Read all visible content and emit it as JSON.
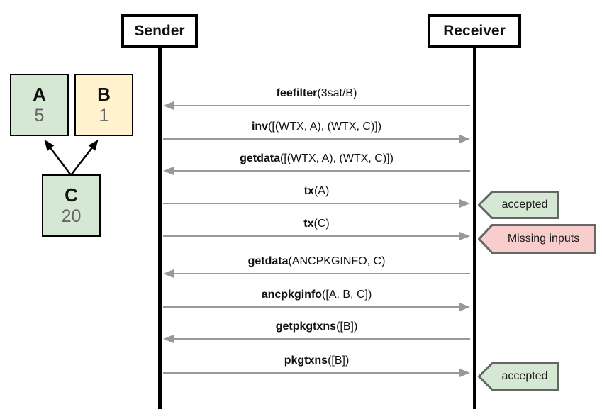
{
  "diagram": {
    "actors": [
      {
        "id": "sender",
        "label": "Sender"
      },
      {
        "id": "receiver",
        "label": "Receiver"
      }
    ],
    "messages": [
      {
        "name": "feefilter",
        "args": "(3sat/B)",
        "direction": "receiver-to-sender"
      },
      {
        "name": "inv",
        "args": "([(WTX, A), (WTX, C)])",
        "direction": "sender-to-receiver"
      },
      {
        "name": "getdata",
        "args": "([(WTX, A), (WTX, C)])",
        "direction": "receiver-to-sender"
      },
      {
        "name": "tx",
        "args": "(A)",
        "direction": "sender-to-receiver",
        "result": "accepted"
      },
      {
        "name": "tx",
        "args": "(C)",
        "direction": "sender-to-receiver",
        "result": "Missing inputs"
      },
      {
        "name": "getdata",
        "args": "(ANCPKGINFO, C)",
        "direction": "receiver-to-sender"
      },
      {
        "name": "ancpkginfo",
        "args": "([A, B, C])",
        "direction": "sender-to-receiver"
      },
      {
        "name": "getpkgtxns",
        "args": "([B])",
        "direction": "receiver-to-sender"
      },
      {
        "name": "pkgtxns",
        "args": "([B])",
        "direction": "sender-to-receiver",
        "result": "accepted"
      }
    ],
    "badges": [
      {
        "label": "accepted",
        "type": "success"
      },
      {
        "label": "Missing inputs",
        "type": "error"
      },
      {
        "label": "accepted",
        "type": "success"
      }
    ]
  },
  "dag": {
    "nodes": [
      {
        "id": "A",
        "label": "A",
        "value": "5",
        "color": "#d5e8d4"
      },
      {
        "id": "B",
        "label": "B",
        "value": "1",
        "color": "#fff2cc"
      },
      {
        "id": "C",
        "label": "C",
        "value": "20",
        "color": "#d5e8d4"
      }
    ],
    "edges": [
      {
        "from": "C",
        "to": "A"
      },
      {
        "from": "C",
        "to": "B"
      }
    ]
  },
  "colors": {
    "node_green": "#d5e8d4",
    "node_yellow": "#fff2cc",
    "badge_pink": "#f8cecc",
    "badge_stroke": "#666666",
    "arrow_gray": "#999999",
    "line_black": "#000000"
  }
}
